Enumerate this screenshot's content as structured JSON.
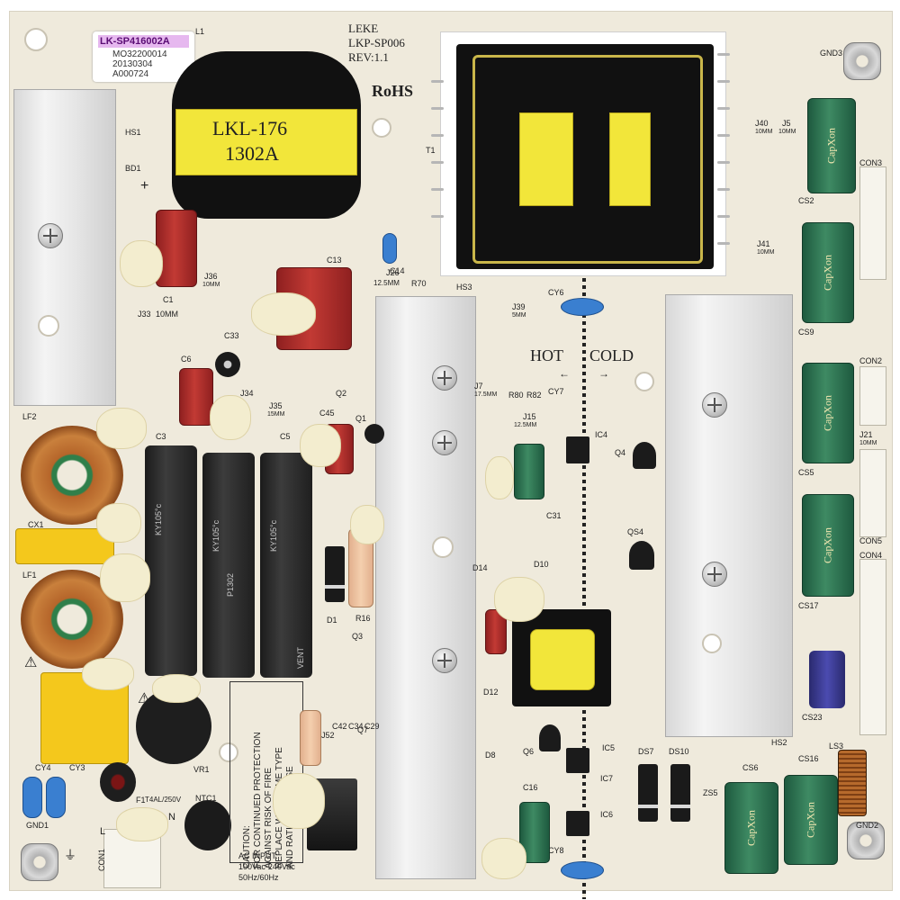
{
  "sticker": {
    "header": "LK-SP416002A",
    "line1": "MO32200014",
    "line2": "20130304",
    "line3": "A000724"
  },
  "board_info": {
    "brand": "LEKE",
    "model": "LKP-SP006",
    "rev": "REV:1.1",
    "rohs": "RoHS"
  },
  "transformer_l1": {
    "line1": "LKL-176",
    "line2": "1302A"
  },
  "isolation": {
    "hot": "HOT",
    "cold": "COLD"
  },
  "warning": {
    "line1": "CAUTION:",
    "line2": "FOR CONTINUED PROTECTION",
    "line3": "AGAINST RISK OF FIRE",
    "line4": "REPLACE WITH SAME TYPE",
    "line5": "AND RATINGS OF FUSE"
  },
  "ac_input": {
    "line1": "AC INPUT:",
    "line2": "100Vac-240Vac",
    "line3": "50Hz/60Hz"
  },
  "fuse_rating": "T4AL/250V",
  "bulk_caps": {
    "brand": "KY105°c",
    "code": "P1302",
    "vent": "VENT"
  },
  "green_caps": {
    "brand": "CapXon"
  },
  "refdes": {
    "l1": "L1",
    "hs1": "HS1",
    "bd1": "BD1",
    "t1": "T1",
    "c1": "C1",
    "c13": "C13",
    "c14": "C14",
    "c33": "C33",
    "c6": "C6",
    "c3": "C3",
    "c5": "C5",
    "c45": "C45",
    "hs3": "HS3",
    "hs2": "HS2",
    "cy6": "CY6",
    "cy7": "CY7",
    "cy8": "CY8",
    "cy3": "CY3",
    "cy4": "CY4",
    "c16": "C16",
    "c31": "C31",
    "ic4": "IC4",
    "ic5": "IC5",
    "ic7": "IC7",
    "ic6": "IC6",
    "q1": "Q1",
    "q2": "Q2",
    "q3": "Q3",
    "q4": "Q4",
    "q6": "Q6",
    "q7": "Q7",
    "qs4": "QS4",
    "d1": "D1",
    "d8": "D8",
    "d10": "D10",
    "d12": "D12",
    "d14": "D14",
    "r16": "R16",
    "r70": "R70",
    "r80": "R80",
    "r82": "R82",
    "lf1": "LF1",
    "lf2": "LF2",
    "cx1": "CX1",
    "f1": "F1",
    "ntc1": "NTC1",
    "vr1": "VR1",
    "gnd1": "GND1",
    "gnd2": "GND2",
    "gnd3": "GND3",
    "con1": "CON1",
    "con2": "CON2",
    "con3": "CON3",
    "con4": "CON4",
    "con5": "CON5",
    "cs2": "CS2",
    "cs5": "CS5",
    "cs6": "CS6",
    "cs9": "CS9",
    "cs16": "CS16",
    "cs17": "CS17",
    "cs23": "CS23",
    "ds7": "DS7",
    "ds10": "DS10",
    "zs5": "ZS5",
    "ls3": "LS3",
    "c42": "C42",
    "c34": "C34",
    "c29": "C29",
    "j5": "J5",
    "j15": "J15",
    "j21": "J21",
    "j26": "J26",
    "j33": "J33",
    "j34": "J34",
    "j35": "J35",
    "j36": "J36",
    "j39": "J39",
    "j40": "J40",
    "j41": "J41",
    "j7": "J7",
    "j52": "J52",
    "l": "L",
    "n": "N"
  },
  "jumper_lengths": {
    "j36": "10MM",
    "j33": "10MM",
    "j35": "15MM",
    "j26": "12.5MM",
    "j39": "5MM",
    "j40": "10MM",
    "j5": "10MM",
    "j41": "10MM",
    "j7": "17.5MM",
    "j15": "12.5MM",
    "j21": "10MM"
  },
  "icons": [
    "mounting-hole-icon",
    "screw-icon",
    "ground-symbol-icon",
    "warning-triangle-icon",
    "arrow-icon"
  ]
}
